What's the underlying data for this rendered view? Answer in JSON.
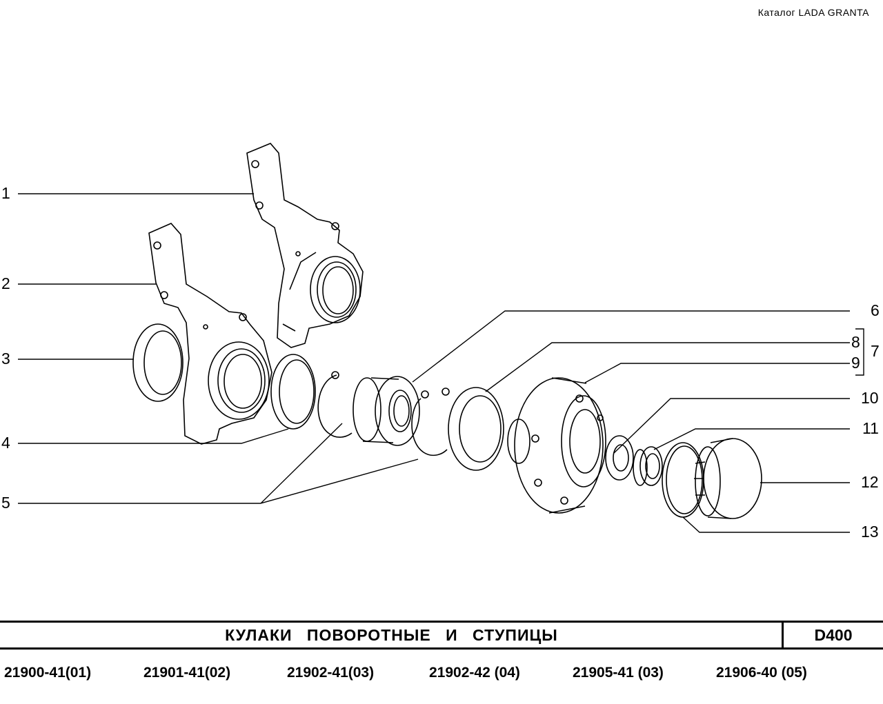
{
  "header": {
    "catalog": "Каталог  LADA  GRANTA"
  },
  "callouts": [
    "1",
    "2",
    "3",
    "4",
    "5",
    "6",
    "7",
    "8",
    "9",
    "10",
    "11",
    "12",
    "13"
  ],
  "title_bar": {
    "title": "КУЛАКИ  ПОВОРОТНЫЕ  И  СТУПИЦЫ",
    "code": "D400"
  },
  "models": [
    "21900-41(01)",
    "21901-41(02)",
    "21902-41(03)",
    "21902-42 (04)",
    "21905-41 (03)",
    "21906-40 (05)"
  ]
}
